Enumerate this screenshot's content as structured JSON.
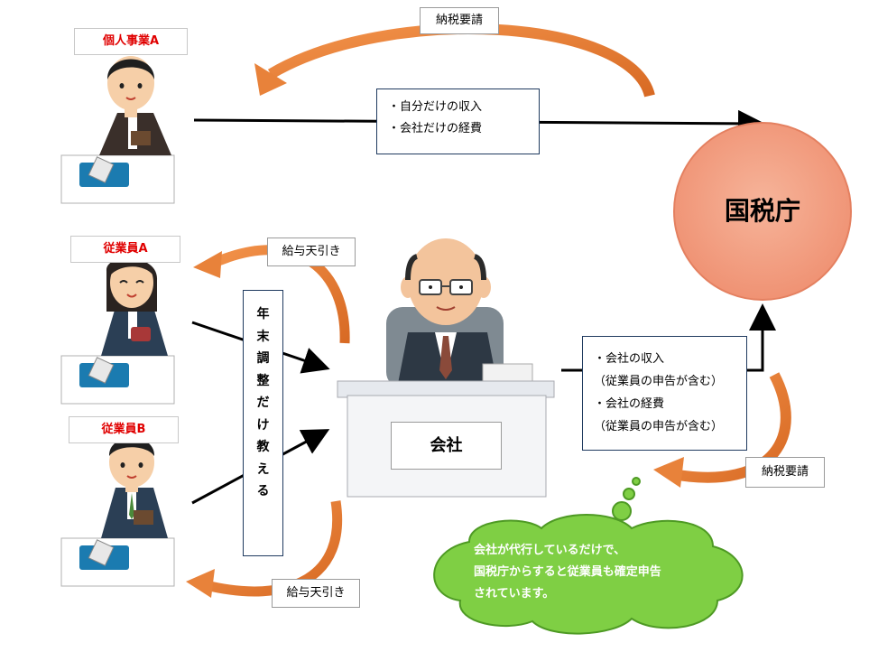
{
  "individual": {
    "name": "個人事業A"
  },
  "employee_a": {
    "name": "従業員A"
  },
  "employee_b": {
    "name": "従業員B"
  },
  "agency": {
    "name": "国税庁"
  },
  "company": {
    "name": "会社"
  },
  "labels": {
    "tax_request_top": "納税要請",
    "tax_request_bottom": "納税要請",
    "salary_deduction_top": "給与天引き",
    "salary_deduction_bottom": "給与天引き"
  },
  "individual_report": {
    "lines": [
      "・自分だけの収入",
      "・会社だけの経費"
    ]
  },
  "company_report": {
    "lines": [
      "・会社の収入",
      "（従業員の申告が含む）",
      "・会社の経費",
      "（従業員の申告が含む）"
    ]
  },
  "year_end_adjustment": {
    "chars": [
      "年",
      "末",
      "調",
      "整",
      "だ",
      "け",
      "教",
      "え",
      "る"
    ]
  },
  "cloud": {
    "lines": [
      "会社が代行しているだけで、",
      "国税庁からすると従業員も確定申告",
      "されています。"
    ]
  },
  "colors": {
    "arrow_orange": "#e8823a",
    "arrow_orange_dark": "#c85e1c",
    "agency_circle": "#f4a488",
    "cloud_green": "#7fcf44",
    "name_red": "#e00000"
  },
  "icons": [
    "person-icon",
    "money-tray-icon",
    "desk-icon",
    "bald-man-icon",
    "cloud-icon",
    "circle-icon"
  ]
}
